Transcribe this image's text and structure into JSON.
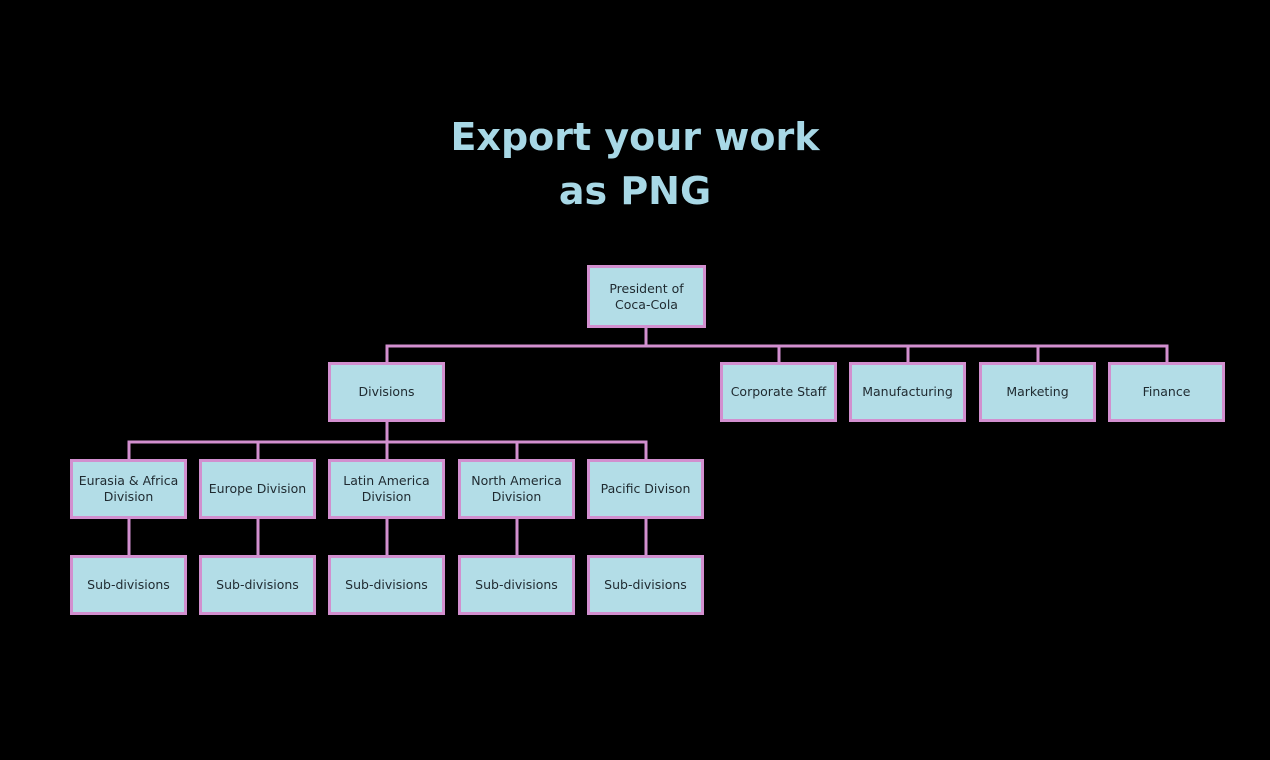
{
  "title": {
    "line1": "Export your work",
    "line2": "as PNG"
  },
  "colors": {
    "background": "#000000",
    "title": "#a8d8e6",
    "node_fill": "#b3dde7",
    "node_border": "#d28fcf",
    "connector": "#d28fcf",
    "node_text": "#1f2a30"
  },
  "org_chart": {
    "root": "President of\nCoca-Cola",
    "divisions": "Divisions",
    "departments": [
      "Corporate Staff",
      "Manufacturing",
      "Marketing",
      "Finance"
    ],
    "regional_divisions": [
      "Eurasia & Africa\nDivision",
      "Europe Division",
      "Latin America\nDivision",
      "North America\nDivision",
      "Pacific Divison"
    ],
    "sub_divisions": [
      "Sub-divisions",
      "Sub-divisions",
      "Sub-divisions",
      "Sub-divisions",
      "Sub-divisions"
    ]
  }
}
